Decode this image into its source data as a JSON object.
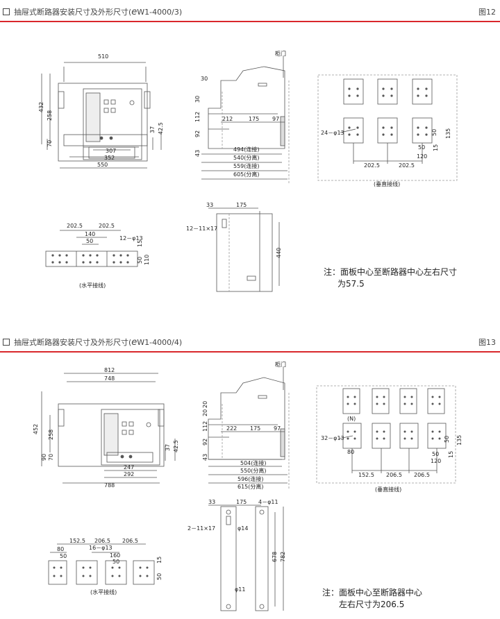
{
  "colors": {
    "rule": "#d9262b",
    "line": "#555555",
    "dashed": "#999999"
  },
  "fig12": {
    "title": "抽屉式断路器安装尺寸及外形尺寸(",
    "brand": "e",
    "model": "W1-4000/3)",
    "fig_no": "图12",
    "front": {
      "w510": "510",
      "h432": "432",
      "h258": "258",
      "h70": "70",
      "h37": "37",
      "h42_5": "42.5",
      "w307": "307",
      "w352": "352",
      "w550": "550"
    },
    "side": {
      "door": "柜门",
      "d30a": "30",
      "d30b": "30",
      "d112": "112",
      "d92": "92",
      "d43": "43",
      "d212": "212",
      "d175": "175",
      "d97": "97",
      "d494": "494(连接)",
      "d540": "540(分离)",
      "d559": "559(连接)",
      "d605": "605(分离)"
    },
    "vert": {
      "holes": "24－φ13",
      "d50": "50",
      "d135": "135",
      "d15": "15",
      "d120": "120",
      "d202a": "202.5",
      "d202b": "202.5",
      "caption": "(垂直接线)"
    },
    "horiz": {
      "d202a": "202.5",
      "d202b": "202.5",
      "d140": "140",
      "d50": "50",
      "holes": "12－φ13",
      "d15": "15",
      "d50b": "50",
      "d110": "110",
      "caption": "(水平接线)"
    },
    "mount": {
      "d33": "33",
      "d175": "175",
      "slot": "12－11×17",
      "d440": "440"
    },
    "note_a": "注：面板中心至断路器中心左右尺寸",
    "note_b": "为57.5"
  },
  "fig13": {
    "title": "抽屉式断路器安装尺寸及外形尺寸(",
    "brand": "e",
    "model": "W1-4000/4)",
    "fig_no": "图13",
    "front": {
      "w812": "812",
      "w748": "748",
      "h452": "452",
      "h258": "258",
      "h90": "90",
      "h70": "70",
      "h37": "37",
      "h42_5": "42.5",
      "w247": "247",
      "w292": "292",
      "w788": "788"
    },
    "side": {
      "door": "柜门",
      "d20a": "20",
      "d20b": "20",
      "d112": "112",
      "d92": "92",
      "d43": "43",
      "d222": "222",
      "d175": "175",
      "d97": "97",
      "d504": "504(连接)",
      "d550": "550(分离)",
      "d596": "596(连接)",
      "d615": "615(分离)"
    },
    "vert": {
      "n": "(N)",
      "holes": "32－φ13",
      "d80": "80",
      "d50": "50",
      "d135": "135",
      "d15": "15",
      "d120": "120",
      "d152": "152.5",
      "d206a": "206.5",
      "d206b": "206.5",
      "caption": "(垂直接线)"
    },
    "horiz": {
      "d152": "152.5",
      "d206a": "206.5",
      "d206b": "206.5",
      "d80": "80",
      "d50": "50",
      "holes": "16－φ13",
      "d160": "160",
      "d50b": "50",
      "d15": "15",
      "d50c": "50",
      "caption": "(水平接线)"
    },
    "mount": {
      "d33": "33",
      "d175": "175",
      "holes4": "4－φ11",
      "phi14": "φ14",
      "slot": "2－11×17",
      "d678": "678",
      "d782": "782",
      "phi11": "φ11"
    },
    "note_a": "注：面板中心至断路器中心",
    "note_b": "左右尺寸为206.5"
  }
}
